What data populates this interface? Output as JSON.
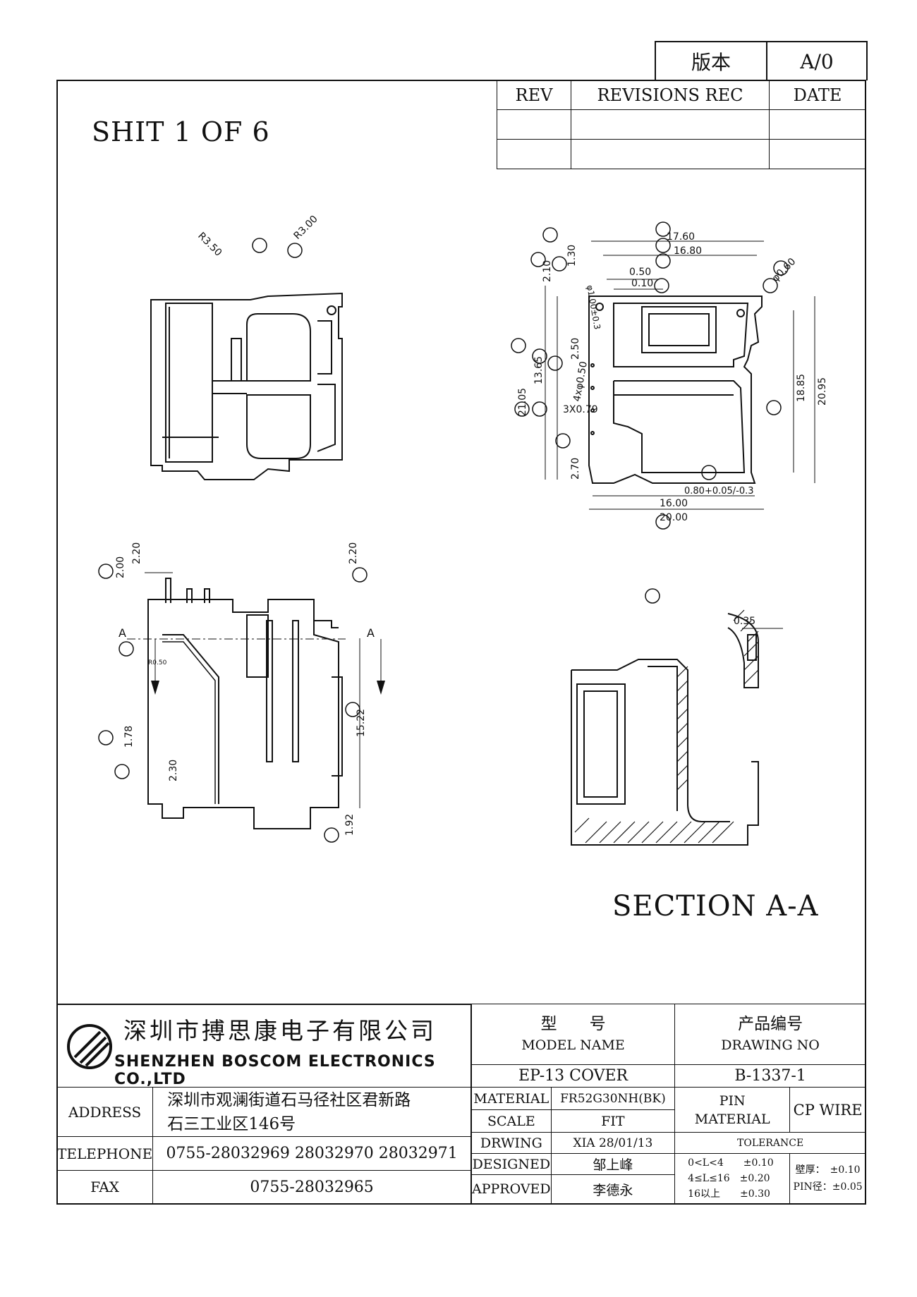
{
  "version_box": {
    "label": "版本",
    "value": "A/0"
  },
  "revisions": {
    "headers": [
      "REV",
      "REVISIONS REC",
      "DATE"
    ],
    "rows": [
      [
        "",
        "",
        ""
      ],
      [
        "",
        "",
        ""
      ]
    ]
  },
  "sheet_label": "SHIT 1 OF 6",
  "section_label": "SECTION A-A",
  "dimensions": {
    "top_view": [
      "R3.50",
      "R3.00"
    ],
    "right_view": [
      "17.60",
      "16.80",
      "0.50",
      "0.10",
      "1.30",
      "φ1.00±0.3",
      "2.10",
      "φ0.60",
      "21.05",
      "13.65",
      "2.50",
      "4xφ0.50",
      "3X0.79",
      "2.70",
      "18.85",
      "20.95",
      "0.80+0.05/-0.3",
      "16.00",
      "20.00"
    ],
    "side_view": [
      "2.00",
      "2.20",
      "2.20",
      "A",
      "A",
      "R0.50",
      "1.78",
      "2.30",
      "15.22",
      "1.92"
    ],
    "section_view": [
      "0.35"
    ]
  },
  "company": {
    "name_cn": "深圳市搏思康电子有限公司",
    "name_en": "SHENZHEN BOSCOM ELECTRONICS CO.,LTD"
  },
  "address": {
    "label": "ADDRESS",
    "line1": "深圳市观澜街道石马径社区君新路",
    "line2": "石三工业区146号"
  },
  "telephone": {
    "label": "TELEPHONE",
    "value": "0755-28032969 28032970 28032971"
  },
  "fax": {
    "label": "FAX",
    "value": "0755-28032965"
  },
  "model": {
    "label_cn": "型　　号",
    "label_en": "MODEL NAME",
    "value": "EP-13 COVER"
  },
  "drawing": {
    "label_cn": "产品编号",
    "label_en": "DRAWING NO",
    "value": "B-1337-1"
  },
  "material": {
    "label": "MATERIAL",
    "value": "FR52G30NH(BK)"
  },
  "pin_material": {
    "label1": "PIN",
    "label2": "MATERIAL",
    "value": "CP WIRE"
  },
  "scale": {
    "label": "SCALE",
    "value": "FIT"
  },
  "tolerance_label": "TOLERANCE",
  "drwing": {
    "label": "DRWING",
    "value": "XIA 28/01/13"
  },
  "designed": {
    "label": "DESIGNED",
    "value": "邹上峰"
  },
  "approved": {
    "label": "APPROVED",
    "value": "李德永"
  },
  "tolerances": {
    "t1": "0<L<4　　±0.10",
    "t2": "4≤L≤16　±0.20",
    "t3": "16以上　　±0.30",
    "wall": "壁厚：　±0.10",
    "pin": "PIN径：±0.05"
  }
}
